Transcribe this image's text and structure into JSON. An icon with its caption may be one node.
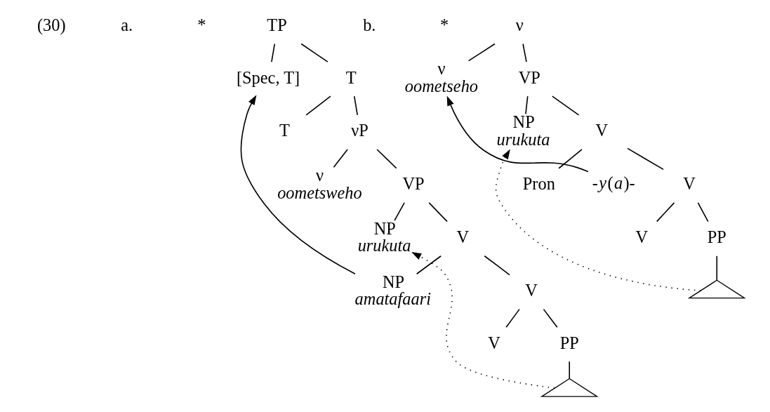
{
  "diagram": {
    "nodes": [
      {
        "text": [
          "TP"
        ]
      },
      {
        "text": [
          "[Spec, T]"
        ]
      },
      {
        "text": [
          "T"
        ]
      },
      {
        "text": [
          "T"
        ]
      },
      {
        "text": [
          "νP"
        ]
      },
      {
        "text": [
          "ν",
          "oometsweho"
        ]
      },
      {
        "text": [
          "VP"
        ]
      },
      {
        "text": [
          "NP",
          "urukuta"
        ]
      },
      {
        "text": [
          "V"
        ]
      },
      {
        "text": [
          "NP",
          "amatafaari"
        ]
      },
      {
        "text": [
          "V"
        ]
      },
      {
        "text": [
          "V"
        ]
      },
      {
        "text": [
          "PP"
        ]
      },
      {
        "text": [],
        "shape": "triangle"
      },
      {
        "text": [
          "ν"
        ]
      },
      {
        "text": [
          "ν",
          "oometseho"
        ]
      },
      {
        "text": [
          "VP"
        ]
      },
      {
        "text": [
          "NP",
          "urukuta"
        ]
      },
      {
        "text": [
          "V"
        ]
      },
      {
        "text": [
          "Pron"
        ]
      },
      {
        "text": [
          "-*y*(*a*)-"
        ]
      },
      {
        "text": [
          "V"
        ]
      },
      {
        "text": [
          "V"
        ]
      },
      {
        "text": [
          "PP"
        ]
      },
      {
        "text": [],
        "shape": "triangle"
      }
    ],
    "edges": [
      {
        "from": 0,
        "to": 1,
        "arrow": "none"
      },
      {
        "from": 0,
        "to": 2,
        "arrow": "none"
      },
      {
        "from": 2,
        "to": 3,
        "arrow": "none"
      },
      {
        "from": 2,
        "to": 4,
        "arrow": "none"
      },
      {
        "from": 4,
        "to": 5,
        "arrow": "none"
      },
      {
        "from": 4,
        "to": 6,
        "arrow": "none"
      },
      {
        "from": 6,
        "to": 7,
        "arrow": "none"
      },
      {
        "from": 6,
        "to": 8,
        "arrow": "none"
      },
      {
        "from": 8,
        "to": 9,
        "arrow": "none"
      },
      {
        "from": 8,
        "to": 10,
        "arrow": "none"
      },
      {
        "from": 10,
        "to": 11,
        "arrow": "none"
      },
      {
        "from": 10,
        "to": 12,
        "arrow": "none"
      },
      {
        "from": 12,
        "to": 13,
        "arrow": "none"
      },
      {
        "from": 14,
        "to": 15,
        "arrow": "none"
      },
      {
        "from": 14,
        "to": 16,
        "arrow": "none"
      },
      {
        "from": 16,
        "to": 17,
        "arrow": "none"
      },
      {
        "from": 16,
        "to": 18,
        "arrow": "none"
      },
      {
        "from": 18,
        "to": 19,
        "arrow": "none"
      },
      {
        "from": 18,
        "to": 21,
        "arrow": "none"
      },
      {
        "from": 21,
        "to": 22,
        "arrow": "none"
      },
      {
        "from": 21,
        "to": 23,
        "arrow": "none"
      },
      {
        "from": 23,
        "to": 24,
        "arrow": "none"
      },
      {
        "from": 9,
        "to": 1,
        "arrow": "to"
      },
      {
        "from": 13,
        "to": 7,
        "arrow": "to",
        "style": "dashed"
      },
      {
        "from": 20,
        "to": 15,
        "arrow": "to"
      },
      {
        "from": 24,
        "to": 17,
        "arrow": "to",
        "style": "dashed"
      }
    ],
    "labels": [
      "(30)",
      "a.",
      "*",
      "b.",
      "*"
    ]
  }
}
